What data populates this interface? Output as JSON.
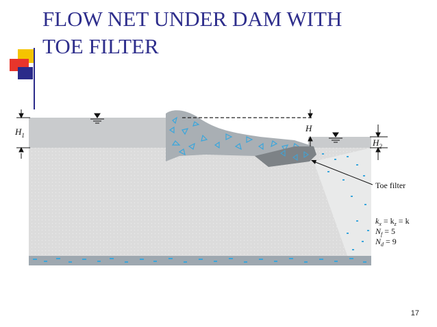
{
  "title": {
    "line1": "FLOW NET UNDER DAM WITH",
    "line2": "TOE FILTER"
  },
  "diagram": {
    "label_h1": "H",
    "label_h1_sub": "1",
    "label_h": "H",
    "label_h2": "H",
    "label_h2_sub": "2",
    "toe_filter_label": "Toe filter",
    "param_k": "k",
    "param_k_sub": "x",
    "param_k_eq": " = k",
    "param_kz_sub": "z",
    "param_k_end": " = k",
    "param_nf": "N",
    "param_nf_sub": "f",
    "param_nf_val": " = 5",
    "param_nd": "N",
    "param_nd_sub": "d",
    "param_nd_val": " = 9",
    "colors": {
      "water": "#c9cbcd",
      "soil": "#dcdcdc",
      "dam": "#a9afb4",
      "aggregate": "#3aa6dc",
      "filter": "#7d8286",
      "gravel_bed": "#9ea8b0"
    }
  },
  "page_number": "17"
}
